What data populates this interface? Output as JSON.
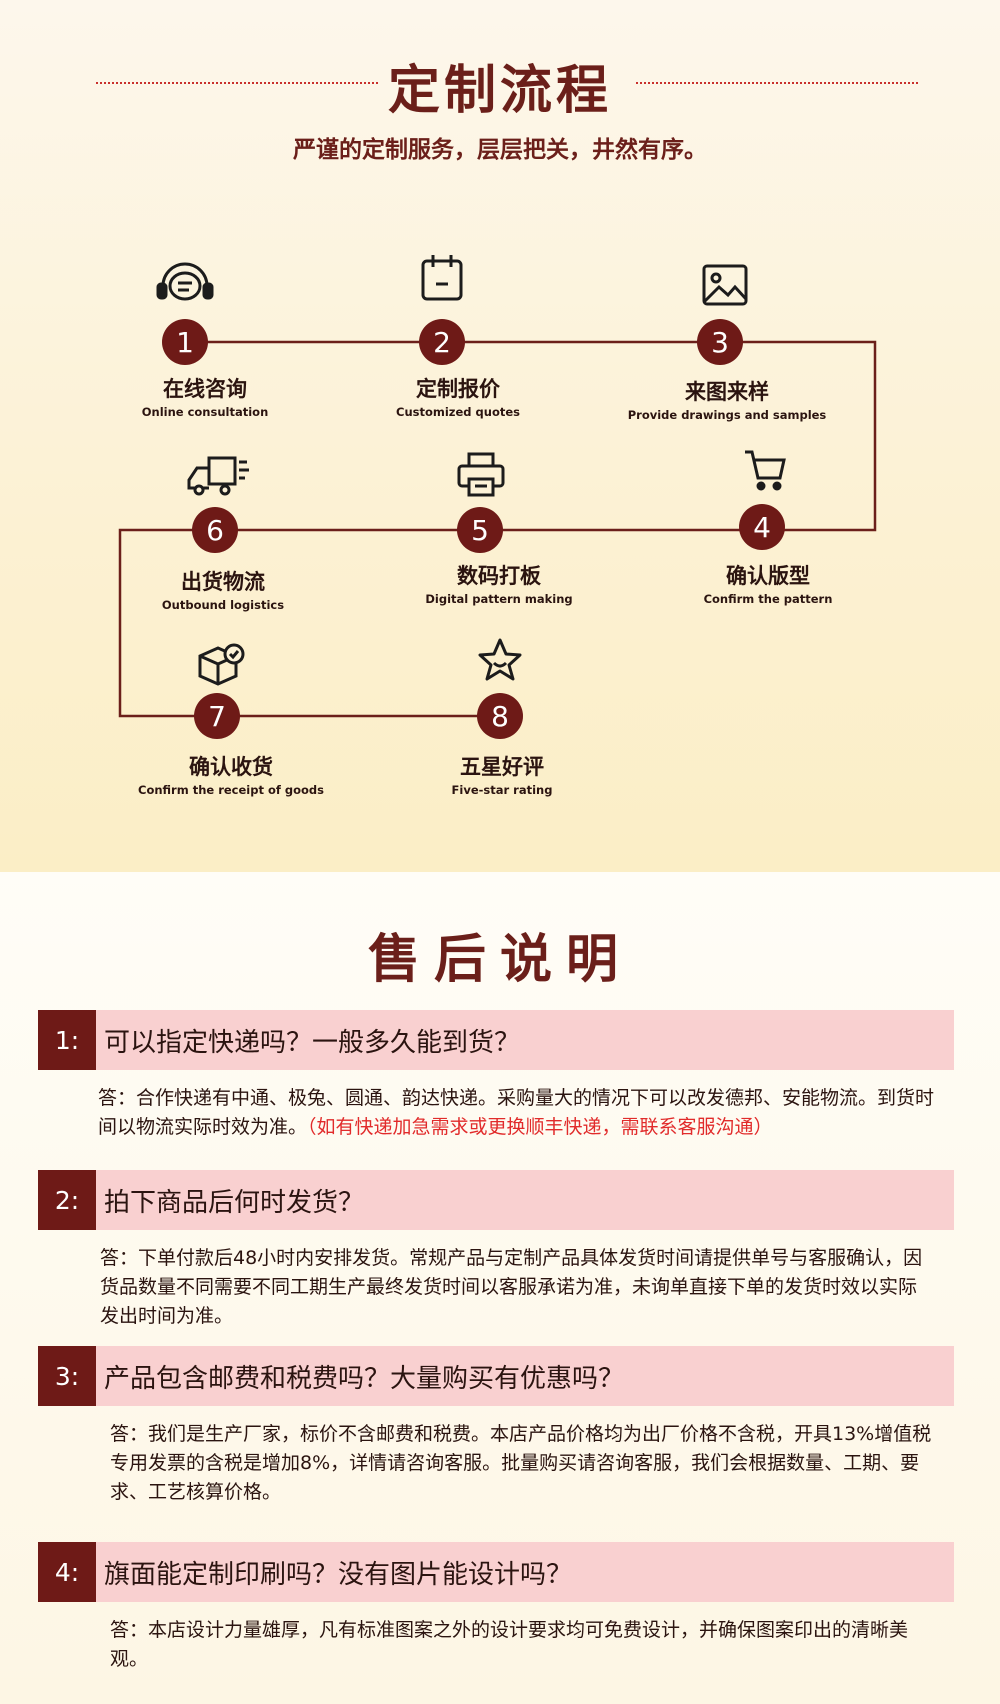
{
  "process": {
    "title": "定制流程",
    "subtitle": "严谨的定制服务，层层把关，井然有序。",
    "steps": [
      {
        "number": "1",
        "cn": "在线咨询",
        "en": "Online consultation",
        "icon": "chat-headset-icon"
      },
      {
        "number": "2",
        "cn": "定制报价",
        "en": "Customized quotes",
        "icon": "calendar-icon"
      },
      {
        "number": "3",
        "cn": "来图来样",
        "en": "Provide drawings and samples",
        "icon": "image-icon"
      },
      {
        "number": "4",
        "cn": "确认版型",
        "en": "Confirm the pattern",
        "icon": "cart-icon"
      },
      {
        "number": "5",
        "cn": "数码打板",
        "en": "Digital pattern making",
        "icon": "printer-icon"
      },
      {
        "number": "6",
        "cn": "出货物流",
        "en": "Outbound logistics",
        "icon": "truck-icon"
      },
      {
        "number": "7",
        "cn": "确认收货",
        "en": "Confirm the receipt of goods",
        "icon": "box-check-icon"
      },
      {
        "number": "8",
        "cn": "五星好评",
        "en": "Five-star rating",
        "icon": "star-icon"
      }
    ],
    "colors": {
      "line": "#6b1f1a",
      "circle": "#6e1a17",
      "title": "#6b1f1a"
    }
  },
  "after_sales": {
    "title": "售后说明",
    "items": [
      {
        "num": "1:",
        "question": "可以指定快递吗？一般多久能到货？",
        "answer": "答：合作快递有中通、极兔、圆通、韵达快递。采购量大的情况下可以改发德邦、安能物流。到货时间以物流实际时效为准。",
        "note": "（如有快递加急需求或更换顺丰快递，需联系客服沟通）"
      },
      {
        "num": "2:",
        "question": "拍下商品后何时发货？",
        "answer": "答：下单付款后48小时内安排发货。常规产品与定制产品具体发货时间请提供单号与客服确认，因货品数量不同需要不同工期生产最终发货时间以客服承诺为准，未询单直接下单的发货时效以实际发出时间为准。"
      },
      {
        "num": "3:",
        "question": "产品包含邮费和税费吗？大量购买有优惠吗？",
        "answer": "答：我们是生产厂家，标价不含邮费和税费。本店产品价格均为出厂价格不含税，开具13%增值税专用发票的含税是增加8%，详情请咨询客服。批量购买请咨询客服，我们会根据数量、工期、要求、工艺核算价格。"
      },
      {
        "num": "4:",
        "question": "旗面能定制印刷吗？没有图片能设计吗？",
        "answer": "答：本店设计力量雄厚，凡有标准图案之外的设计要求均可免费设计，并确保图案印出的清晰美观。"
      }
    ],
    "colors": {
      "num_bg": "#6e1a17",
      "bar_bg": "#f9d0d0",
      "note": "#e12b2b"
    }
  }
}
